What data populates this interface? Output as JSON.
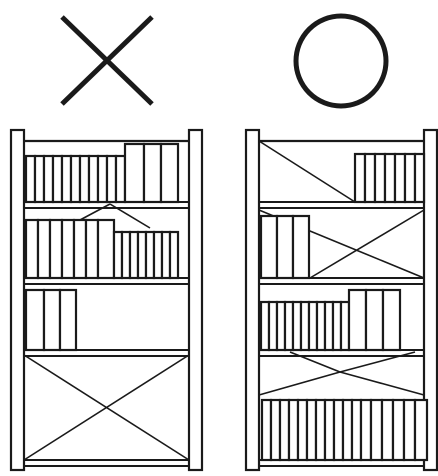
{
  "figure": {
    "description_free": true,
    "panels": [
      {
        "id": "wrong",
        "verdict_symbol": "cross-icon",
        "meaning": "incorrect",
        "shelves": [
          {
            "level": 1,
            "books": 14,
            "heavy": true
          },
          {
            "level": 2,
            "books": 15,
            "heavy": true
          },
          {
            "level": 3,
            "books": 3,
            "heavy": false
          },
          {
            "level": 4,
            "books": 0,
            "heavy": false
          }
        ],
        "load_position": "top-heavy"
      },
      {
        "id": "right",
        "verdict_symbol": "circle-icon",
        "meaning": "correct",
        "shelves": [
          {
            "level": 1,
            "books": 7,
            "heavy": false
          },
          {
            "level": 2,
            "books": 3,
            "heavy": false
          },
          {
            "level": 3,
            "books": 14,
            "heavy": true
          },
          {
            "level": 4,
            "books": 17,
            "heavy": true
          }
        ],
        "load_position": "bottom-heavy"
      }
    ]
  },
  "colors": {
    "ink": "#1a1a1a",
    "paper": "#ffffff"
  }
}
